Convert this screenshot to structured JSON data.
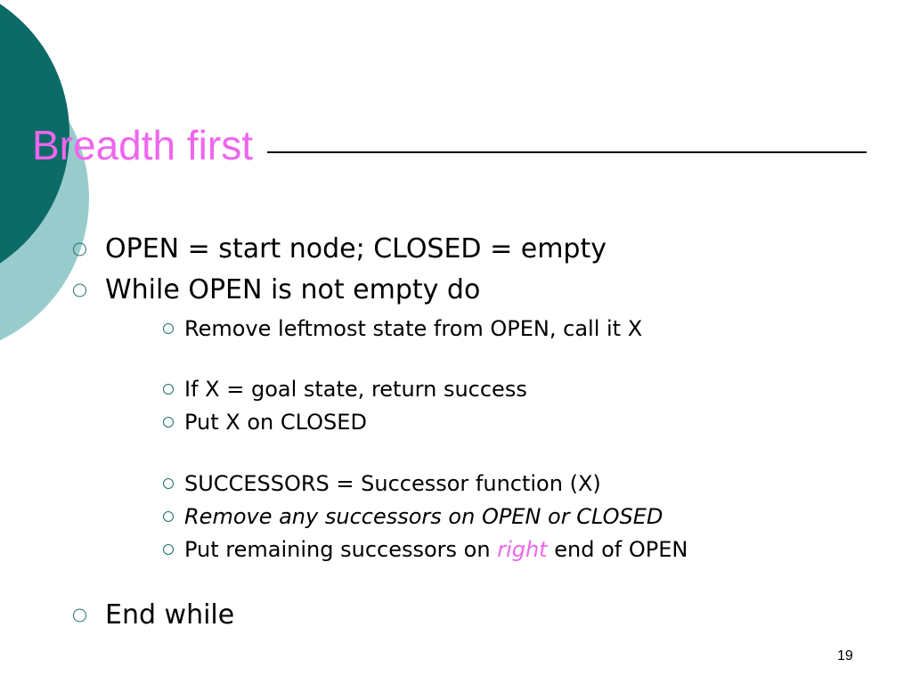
{
  "colors": {
    "title": "#ee66ee",
    "accent_text": "#ee66ee",
    "circle_dark": "#0d6b67",
    "circle_light": "#98cccc",
    "bullet_marker": "#1c6f6b"
  },
  "slide": {
    "title": "Breadth first",
    "page_number": "19",
    "bullets": [
      {
        "text": "OPEN = start node; CLOSED = empty"
      },
      {
        "text": "While OPEN is not empty do"
      },
      {
        "text": "Remove leftmost state from OPEN, call it X"
      },
      {
        "text": "If X = goal state,  return success"
      },
      {
        "text": "Put X on CLOSED"
      },
      {
        "text": "SUCCESSORS = Successor function (X)"
      },
      {
        "text": "Remove any successors on OPEN or CLOSED"
      },
      {
        "before": "Put remaining successors on ",
        "accent": "right",
        "after": " end of OPEN"
      },
      {
        "text": "End while"
      }
    ]
  }
}
